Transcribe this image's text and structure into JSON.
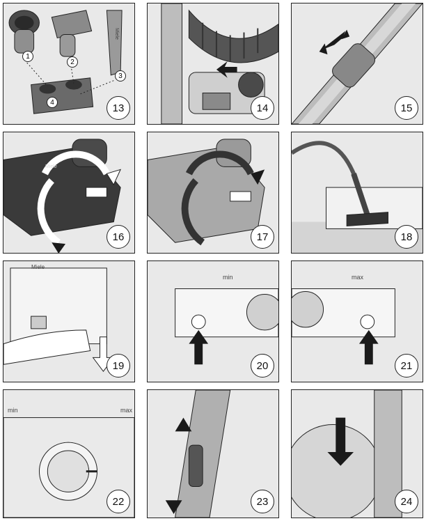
{
  "panels": [
    {
      "number": "13",
      "callouts": [
        "1",
        "2",
        "3",
        "4"
      ],
      "brand": "Miele"
    },
    {
      "number": "14"
    },
    {
      "number": "15"
    },
    {
      "number": "16",
      "brand": "Miele"
    },
    {
      "number": "17"
    },
    {
      "number": "18"
    },
    {
      "number": "19",
      "brand": "Miele"
    },
    {
      "number": "20",
      "min_label": "min",
      "icon_names": [
        "min-bars-icon",
        "rug-icon"
      ]
    },
    {
      "number": "21",
      "max_label": "max",
      "icon_names": [
        "grid-icon",
        "max-bars-icon"
      ]
    },
    {
      "number": "22",
      "min_label": "min",
      "max_label": "max",
      "icon_names": [
        "min-bars-icon",
        "rug-icon",
        "grid-icon",
        "max-bars-icon"
      ]
    },
    {
      "number": "23"
    },
    {
      "number": "24"
    }
  ],
  "colors": {
    "panel_bg": "#e9e9e9",
    "outline": "#222222",
    "arrow": "#1a1a1a",
    "dark_part": "#3a3a3a"
  }
}
